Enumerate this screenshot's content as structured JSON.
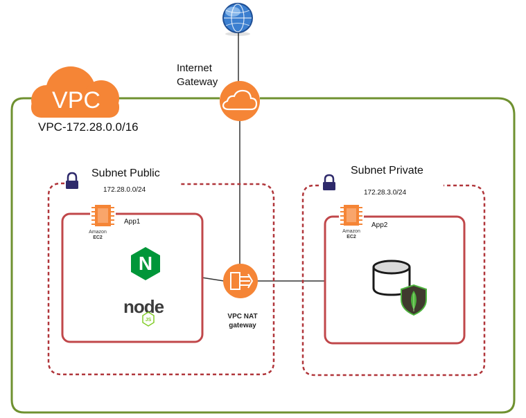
{
  "vpc": {
    "badge": "VPC",
    "cidr": "VPC-172.28.0.0/16"
  },
  "internet_gateway": {
    "label_line1": "Internet",
    "label_line2": "Gateway"
  },
  "subnet_public": {
    "title": "Subnet Public",
    "cidr": "172.28.0.0/24",
    "instance": {
      "vendor": "Amazon",
      "service": "EC2",
      "name": "App1"
    },
    "nginx_letter": "N",
    "node_text": "node",
    "node_badge": "JS"
  },
  "subnet_private": {
    "title": "Subnet Private",
    "cidr": "172.28.3.0/24",
    "instance": {
      "vendor": "Amazon",
      "service": "EC2",
      "name": "App2"
    }
  },
  "nat_gateway": {
    "label_line1": "VPC NAT",
    "label_line2": "gateway"
  },
  "colors": {
    "aws_orange": "#F58536",
    "vpc_border": "#6F9130",
    "subnet_dash": "#B0353A",
    "instance_border": "#C0474A",
    "lock": "#2E2A6B",
    "nginx_green": "#009639",
    "mongo_green": "#4DB33D"
  }
}
